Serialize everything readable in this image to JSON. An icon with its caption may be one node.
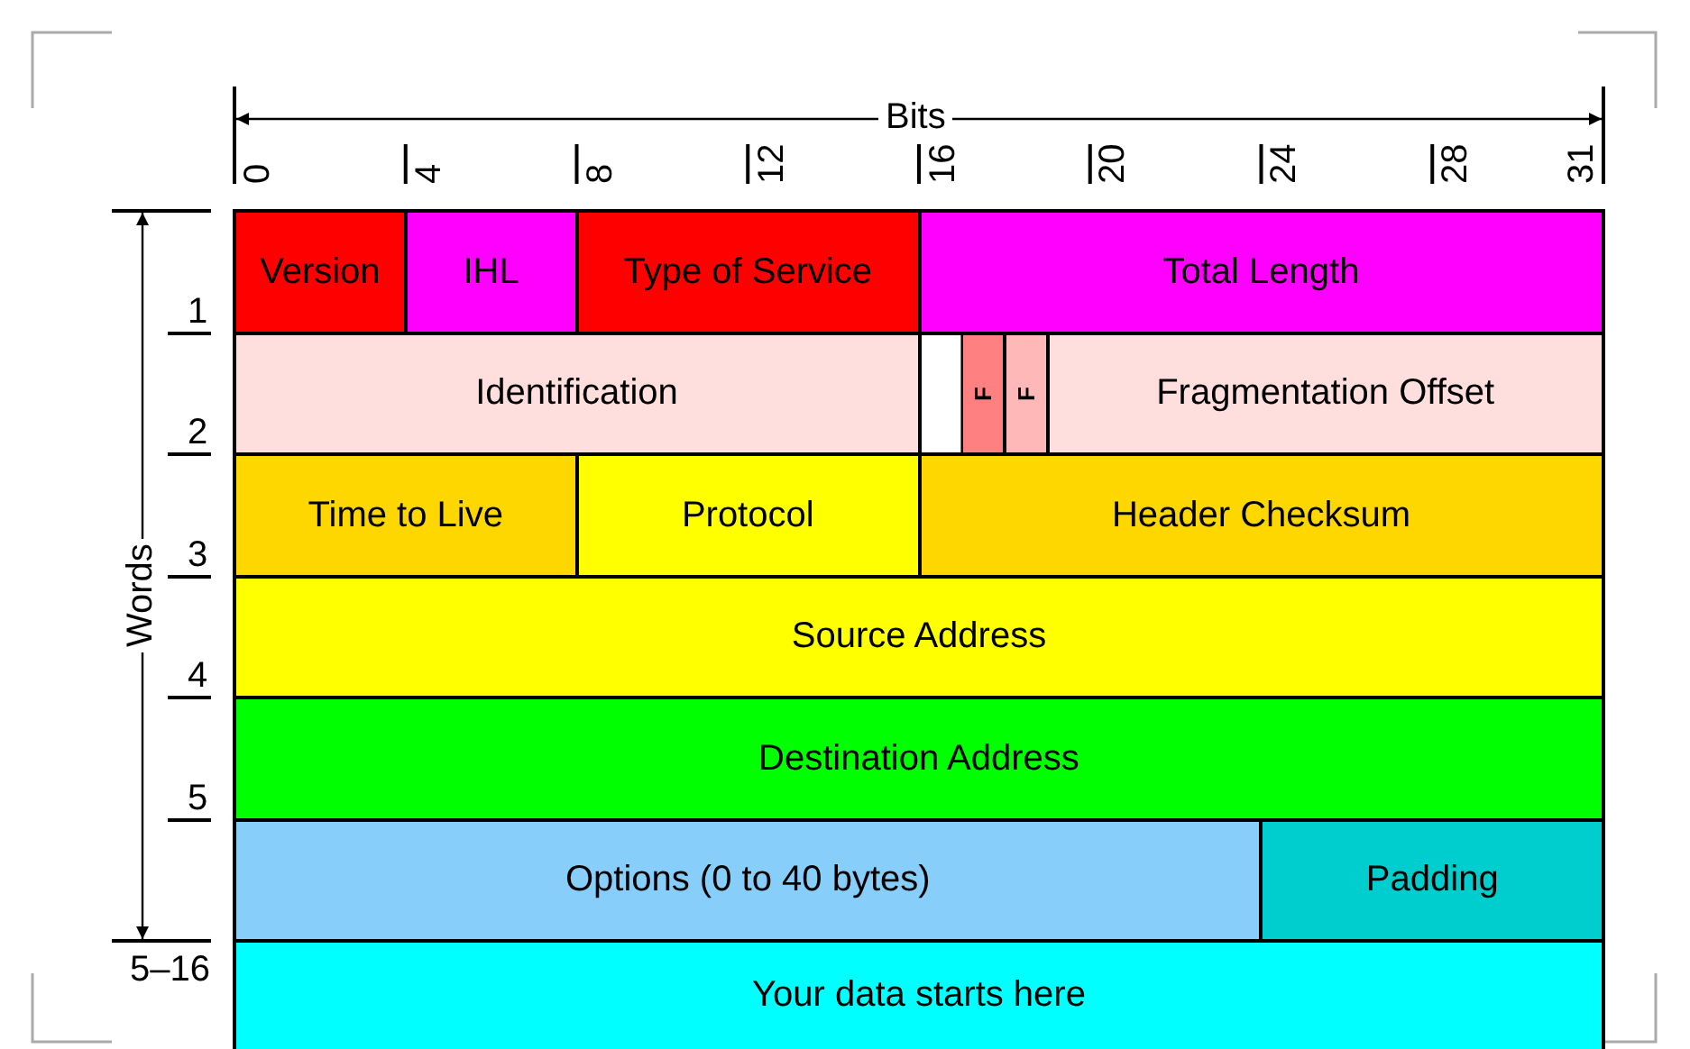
{
  "diagram": {
    "nodes": [
      {
        "text": [
          "Version"
        ]
      },
      {
        "text": [
          "IHL"
        ]
      },
      {
        "text": [
          "Type of Service"
        ]
      },
      {
        "text": [
          "Total Length"
        ]
      },
      {
        "text": [
          "Identification"
        ]
      },
      {
        "text": [],
        "shape": "box"
      },
      {
        "text": [
          "F"
        ]
      },
      {
        "text": [
          "F"
        ]
      },
      {
        "text": [
          "Fragmentation Offset"
        ]
      },
      {
        "text": [
          "Time to Live"
        ]
      },
      {
        "text": [
          "Protocol"
        ]
      },
      {
        "text": [
          "Header Checksum"
        ]
      },
      {
        "text": [
          "Source Address"
        ]
      },
      {
        "text": [
          "Destination Address"
        ]
      },
      {
        "text": [
          "Options (0 to 40 bytes)"
        ]
      },
      {
        "text": [
          "Padding"
        ]
      },
      {
        "text": [
          "Your data starts here"
        ]
      }
    ],
    "labels": [
      "Bits",
      "0",
      "4",
      "8",
      "12",
      "16",
      "20",
      "24",
      "28",
      "31",
      "Words",
      "1",
      "2",
      "3",
      "4",
      "5",
      "5–16"
    ]
  }
}
